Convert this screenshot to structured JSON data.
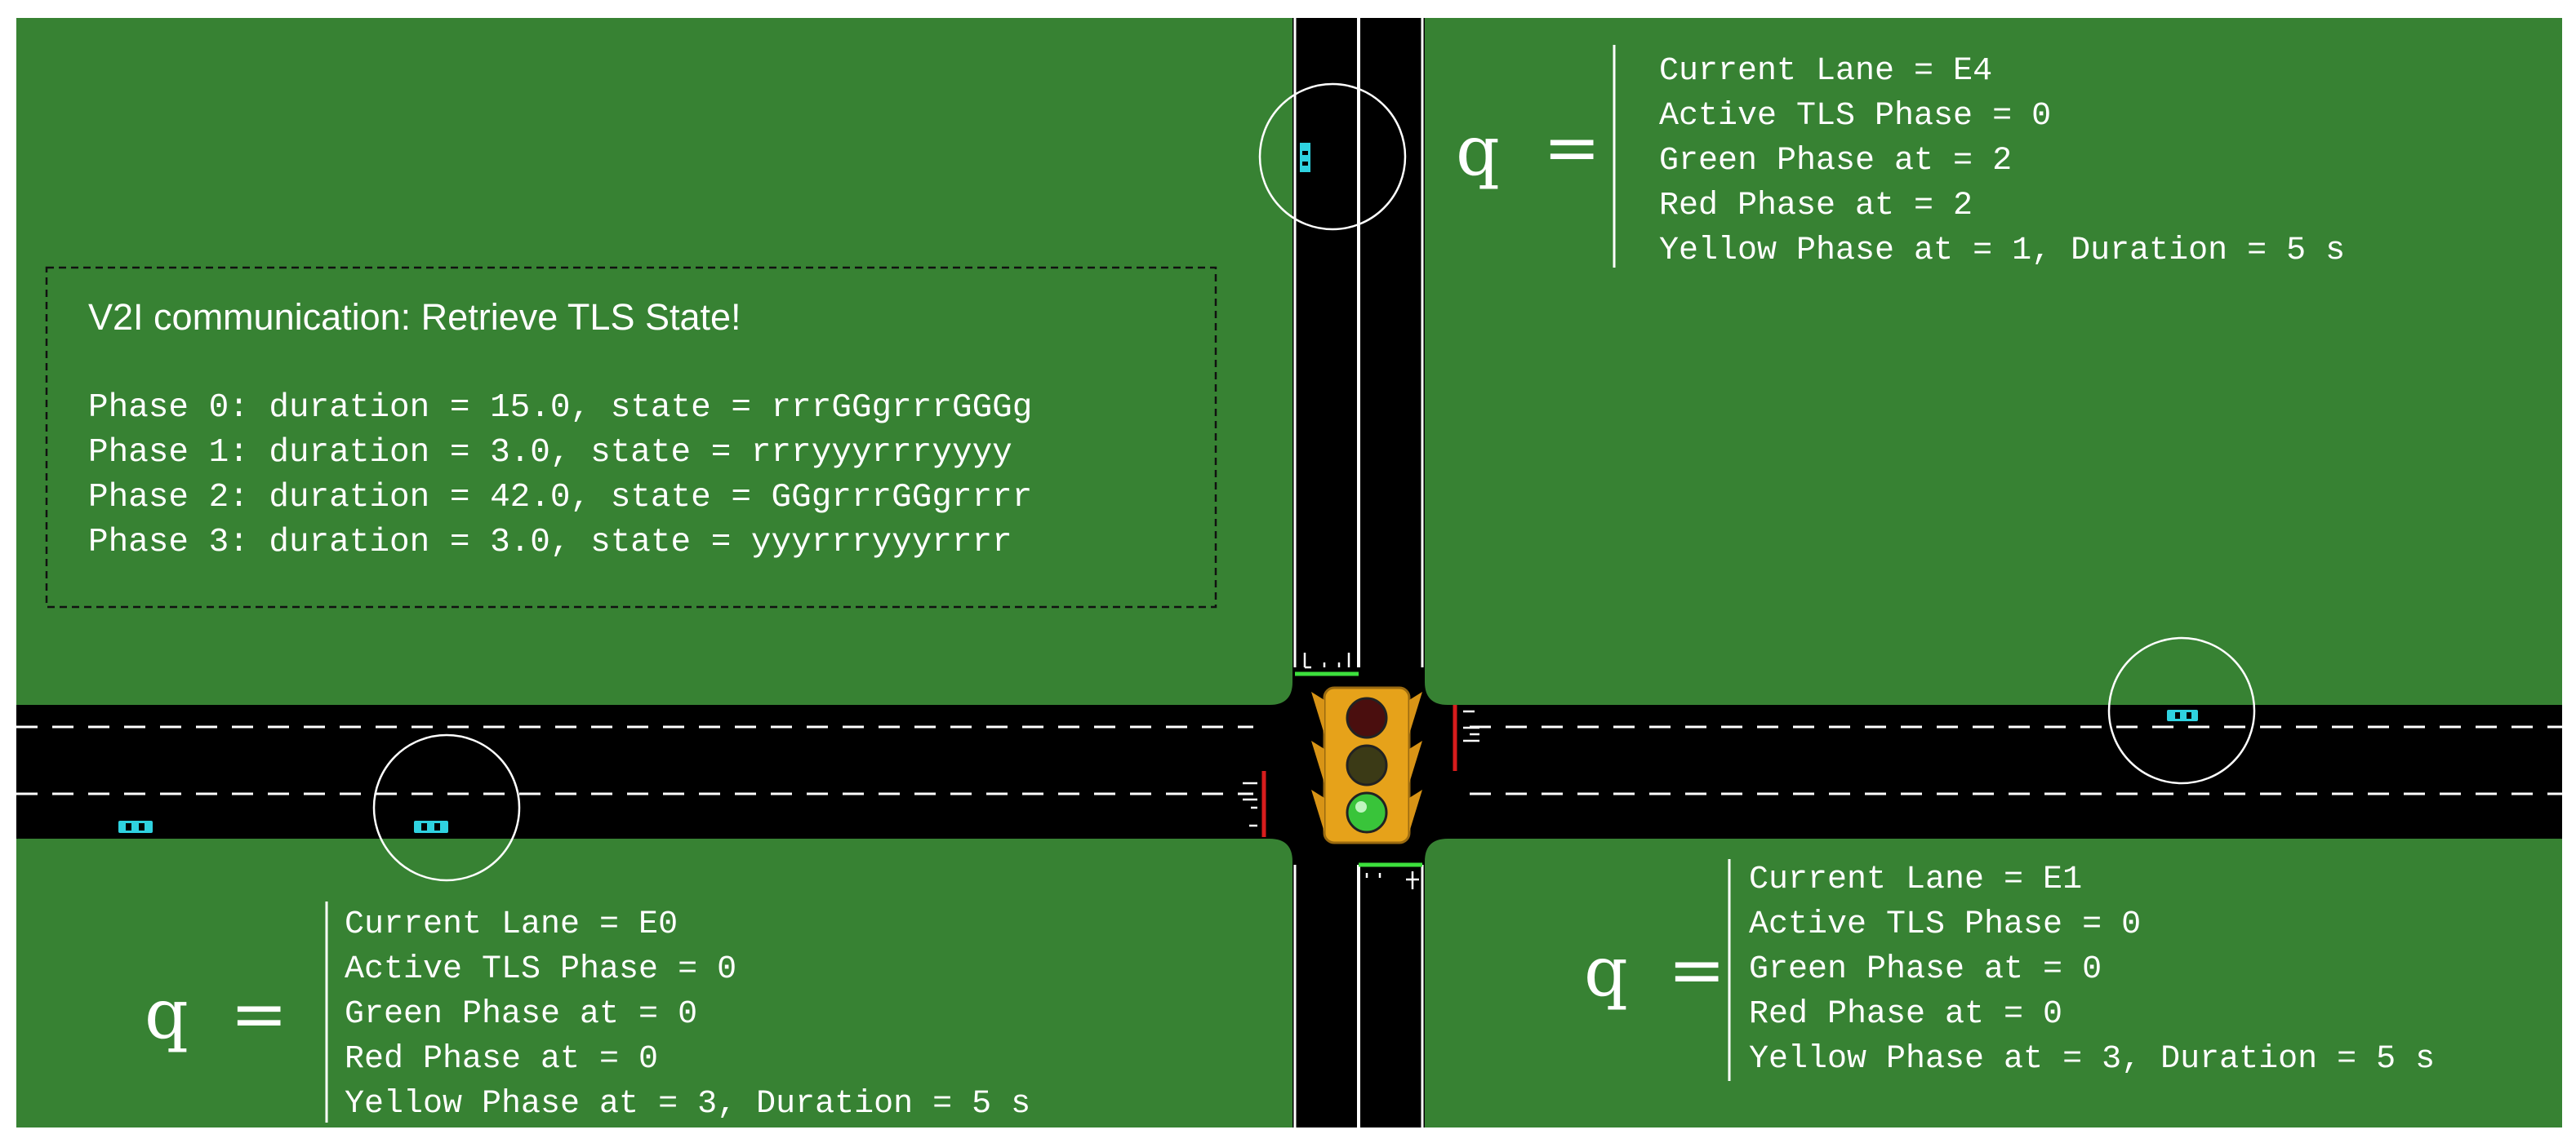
{
  "colors": {
    "grass": "#378233",
    "road": "#000000",
    "lane_marking": "#ffffff",
    "vehicle": "#2fd2e0",
    "stop_line_green": "#3ce03c",
    "stop_line_red": "#d81c1c",
    "light_housing": "#e6a21a",
    "red_off": "#4a0e0e",
    "yellow_off": "#3b3a16",
    "green_on": "#39c43a"
  },
  "traffic_light": {
    "active_lamp": "green"
  },
  "v2i_box": {
    "title": "V2I communication: Retrieve TLS State!",
    "phases": [
      "Phase 0: duration = 15.0, state = rrrGGgrrrGGGg",
      "Phase 1: duration = 3.0, state = rrryyyrrryyyy",
      "Phase 2: duration = 42.0, state = GGgrrrGGgrrrr",
      "Phase 3: duration = 3.0, state = yyyrrryyyrrrr"
    ]
  },
  "panels": {
    "north": {
      "q_label": "q",
      "eq_sign": "=",
      "lines": [
        "Current Lane = E4",
        "Active TLS Phase = 0",
        "Green Phase at = 2",
        "Red Phase at = 2",
        "Yellow Phase at = 1, Duration = 5 s"
      ]
    },
    "east": {
      "q_label": "q",
      "eq_sign": "=",
      "lines": [
        "Current Lane = E1",
        "Active TLS Phase = 0",
        "Green Phase at = 0",
        "Red Phase at = 0",
        "Yellow Phase at = 3, Duration = 5 s"
      ]
    },
    "west": {
      "q_label": "q",
      "eq_sign": "=",
      "lines": [
        "Current Lane = E0",
        "Active TLS Phase = 0",
        "Green Phase at = 0",
        "Red Phase at = 0",
        "Yellow Phase at = 3, Duration = 5 s"
      ]
    }
  }
}
